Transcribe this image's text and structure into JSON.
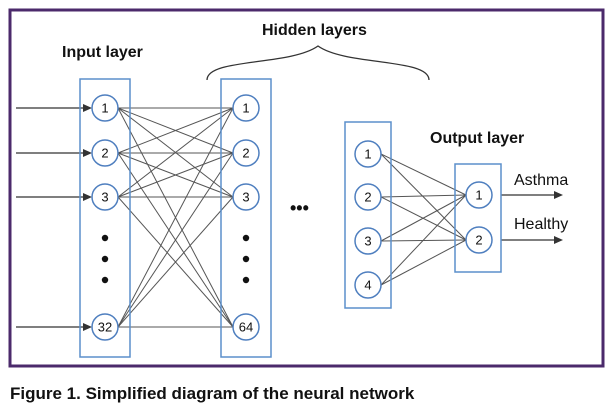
{
  "labels": {
    "input_layer": "Input layer",
    "hidden_layers": "Hidden layers",
    "output_layer": "Output layer",
    "ellipsis": "•••"
  },
  "layers": {
    "input": [
      "1",
      "2",
      "3",
      "32"
    ],
    "hidden_first": [
      "1",
      "2",
      "3",
      "64"
    ],
    "hidden_last": [
      "1",
      "2",
      "3",
      "4"
    ],
    "output": [
      "1",
      "2"
    ]
  },
  "outputs": [
    "Asthma",
    "Healthy"
  ],
  "caption": "Figure 1. Simplified diagram of the neural network",
  "colors": {
    "frame": "#4b2a6b",
    "layer_box": "#5b8fcb",
    "node_stroke": "#4f7fbf",
    "line": "#555555"
  }
}
